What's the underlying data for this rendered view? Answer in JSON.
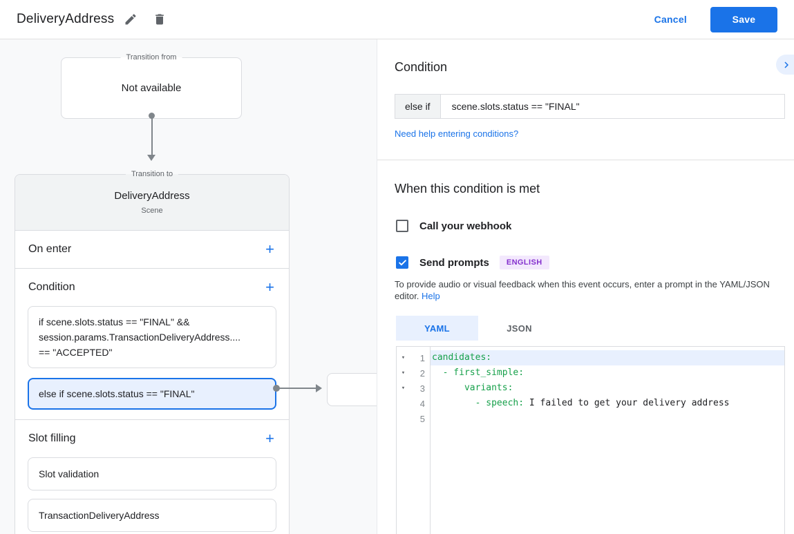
{
  "header": {
    "title": "DeliveryAddress",
    "cancel_label": "Cancel",
    "save_label": "Save"
  },
  "flow": {
    "transition_from": {
      "legend": "Transition from",
      "content": "Not available"
    },
    "transition_to": {
      "legend": "Transition to",
      "title": "DeliveryAddress",
      "subtitle": "Scene",
      "on_enter_label": "On enter",
      "condition_label": "Condition",
      "conditions": [
        {
          "text": "if scene.slots.status == \"FINAL\" &&\nsession.params.TransactionDeliveryAddress....\n== \"ACCEPTED\"",
          "selected": false
        },
        {
          "text": "else if scene.slots.status == \"FINAL\"",
          "selected": true
        }
      ],
      "slot_filling_label": "Slot filling",
      "slots": [
        "Slot validation",
        "TransactionDeliveryAddress"
      ]
    }
  },
  "inspector": {
    "title": "Condition",
    "condition_type": "else if",
    "condition_value": "scene.slots.status == \"FINAL\"",
    "help_link": "Need help entering conditions?",
    "when_heading": "When this condition is met",
    "webhook_label": "Call your webhook",
    "webhook_checked": false,
    "prompts_label": "Send prompts",
    "prompts_checked": true,
    "language_badge": "ENGLISH",
    "feedback_text": "To provide audio or visual feedback when this event occurs, enter a prompt in the YAML/JSON editor. ",
    "help_label": "Help",
    "tabs": [
      {
        "label": "YAML",
        "active": true
      },
      {
        "label": "JSON",
        "active": false
      }
    ]
  },
  "editor": {
    "lines": [
      {
        "n": 1,
        "fold": true,
        "active": true,
        "segs": [
          {
            "c": "y",
            "t": "candidates:"
          }
        ]
      },
      {
        "n": 2,
        "fold": true,
        "active": false,
        "segs": [
          {
            "c": "t",
            "t": "  "
          },
          {
            "c": "y",
            "t": "- first_simple:"
          }
        ]
      },
      {
        "n": 3,
        "fold": true,
        "active": false,
        "segs": [
          {
            "c": "t",
            "t": "      "
          },
          {
            "c": "y",
            "t": "variants:"
          }
        ]
      },
      {
        "n": 4,
        "fold": false,
        "active": false,
        "segs": [
          {
            "c": "t",
            "t": "        "
          },
          {
            "c": "y",
            "t": "- speech:"
          },
          {
            "c": "t",
            "t": " I failed to get your delivery address"
          }
        ]
      },
      {
        "n": 5,
        "fold": false,
        "active": false,
        "segs": []
      }
    ]
  },
  "colors": {
    "accent_blue": "#1a73e8",
    "selection_blue": "#e8f0fe",
    "yaml_key_green": "#16a04a",
    "badge_purple_text": "#8430ce",
    "badge_purple_bg": "#f3e8fd",
    "connector_gray": "#80868b",
    "panel_gray": "#f8f9fa"
  }
}
